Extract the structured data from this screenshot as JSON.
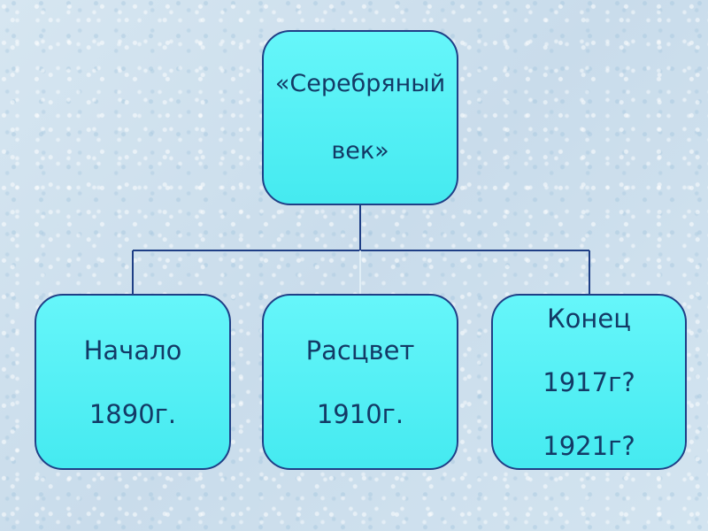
{
  "diagram": {
    "root": {
      "lines": [
        "«Серебряный",
        "век»"
      ]
    },
    "children": [
      {
        "id": "start",
        "lines": [
          "Начало",
          "1890г."
        ]
      },
      {
        "id": "peak",
        "lines": [
          "Расцвет",
          "1910г."
        ]
      },
      {
        "id": "end",
        "lines": [
          "Конец",
          "1917г?",
          "1921г?"
        ]
      }
    ]
  },
  "colors": {
    "box_fill": "#5ff3f7",
    "box_border": "#1f3f86",
    "connector": "#1f3f86",
    "text": "#133a66",
    "background": "#cfe1ee"
  }
}
